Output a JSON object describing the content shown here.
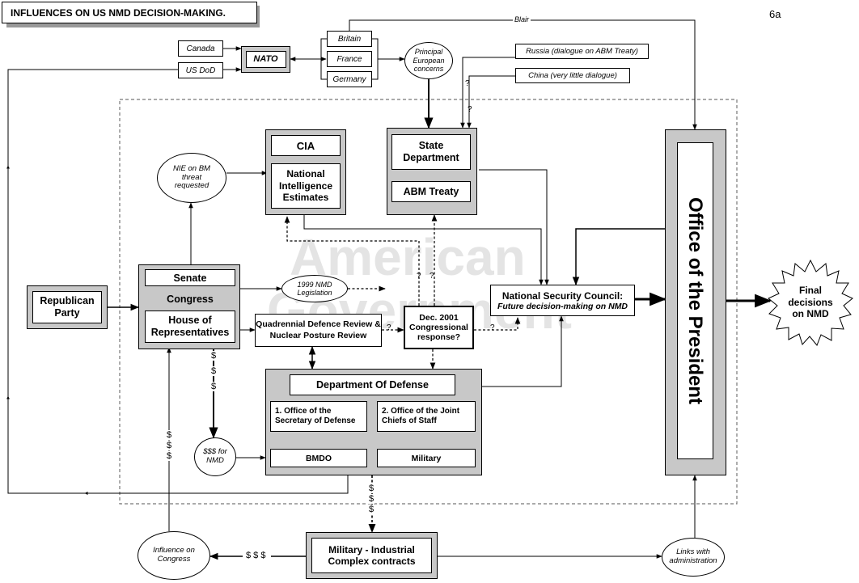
{
  "title": "INFLUENCES ON US NMD DECISION-MAKING.",
  "page_number": "6a",
  "watermark": {
    "line1": "American",
    "line2": "Government"
  },
  "nodes": {
    "canada": "Canada",
    "us_dod": "US DoD",
    "nato": "NATO",
    "britain": "Britain",
    "france": "France",
    "germany": "Germany",
    "principal_european": "Principal European concerns",
    "russia": "Russia (dialogue on ABM Treaty)",
    "china": "China (very little dialogue)",
    "cia": "CIA",
    "nie": "National Intelligence Estimates",
    "nie_request": "NIE on BM threat requested",
    "state_department": "State Department",
    "abm_treaty": "ABM Treaty",
    "office_president": "Office of the President",
    "final_decisions": "Final decisions on NMD",
    "republican_party": "Republican Party",
    "senate": "Senate",
    "congress": "Congress",
    "house": "House of Representatives",
    "nmd_legislation": "1999 NMD Legislation",
    "qdr": "Quadrennial Defence Review & Nuclear Posture Review",
    "dec2001": "Dec. 2001 Congressional response?",
    "nsc_title": "National Security Council:",
    "nsc_sub": "Future decision-making on NMD",
    "dod": "Department Of Defense",
    "osd": "1. Office of the Secretary of Defense",
    "jcs": "2. Office of the Joint Chiefs of Staff",
    "bmdo": "BMDO",
    "military": "Military",
    "sss_nmd": "$$$ for NMD",
    "mic": "Military - Industrial Complex contracts",
    "influence_congress": "Influence on Congress",
    "links_admin": "Links with administration"
  },
  "labels": {
    "blair": "Blair",
    "q": "?",
    "dollar": "$",
    "dollars_h": "$ $ $"
  }
}
